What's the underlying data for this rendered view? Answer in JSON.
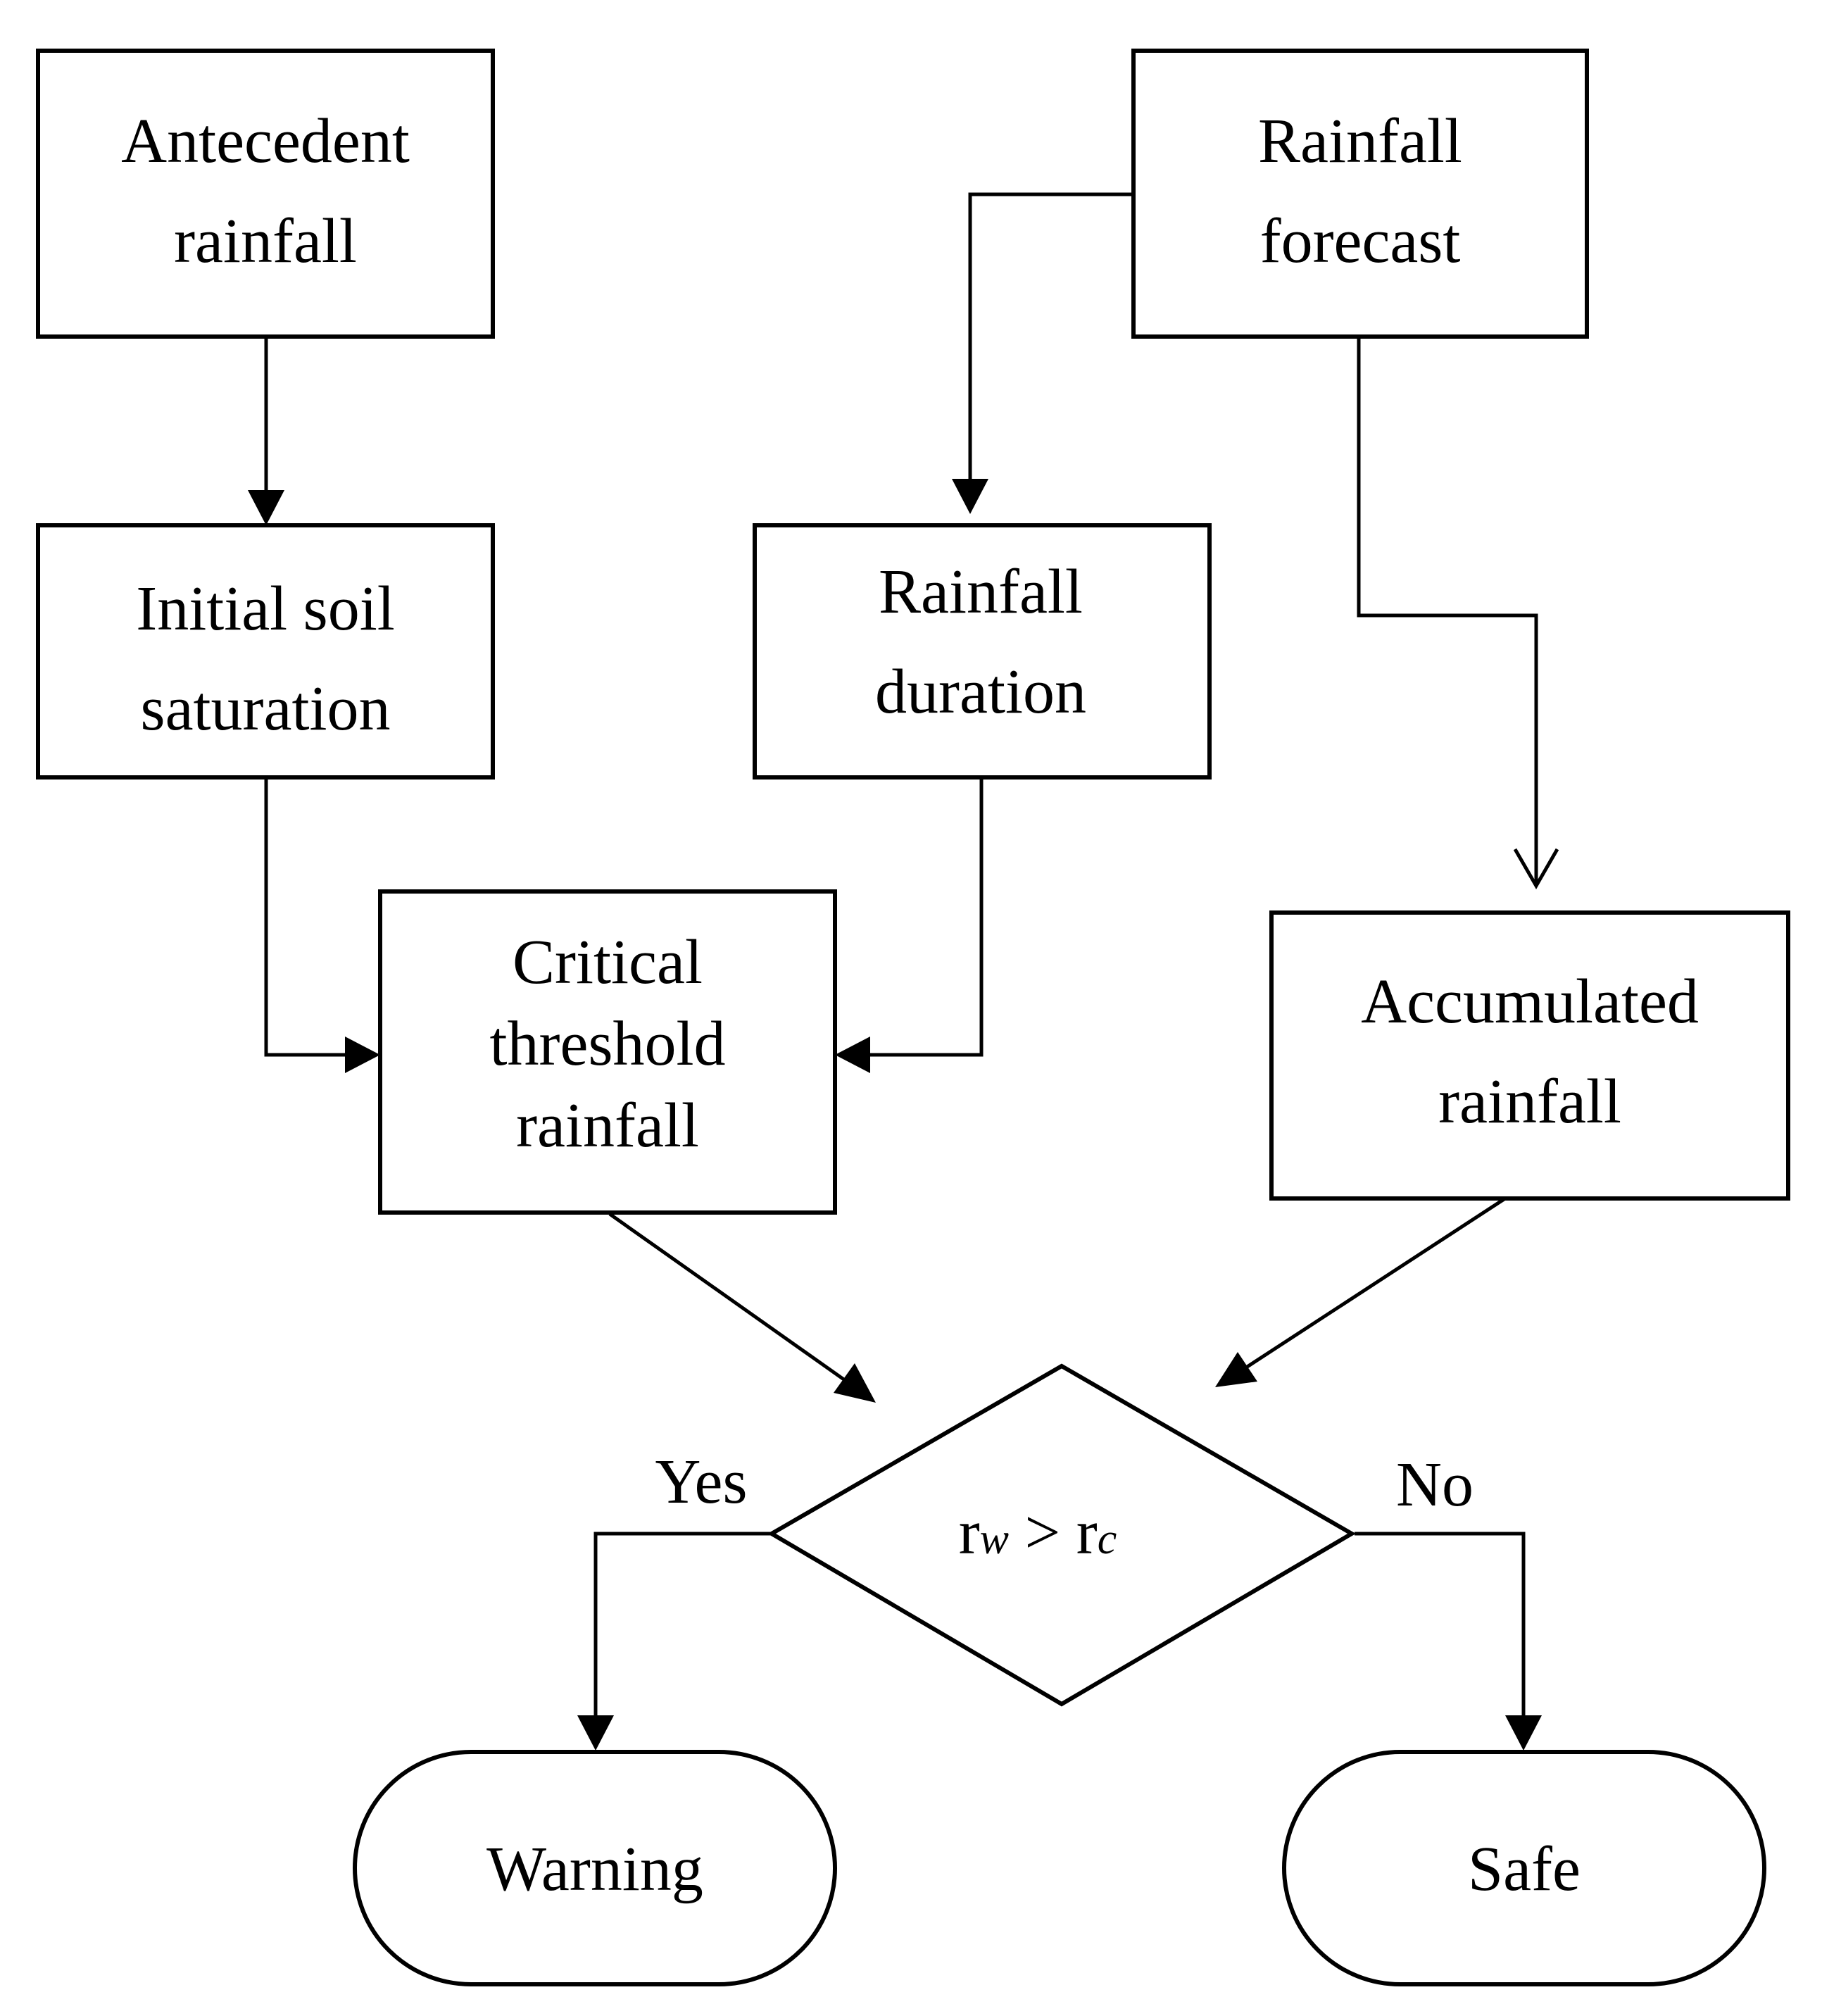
{
  "nodes": {
    "antecedent_rainfall": {
      "lines": [
        "Antecedent",
        "rainfall"
      ]
    },
    "rainfall_forecast": {
      "lines": [
        "Rainfall",
        "forecast"
      ]
    },
    "initial_soil_saturation": {
      "lines": [
        "Initial soil",
        "saturation"
      ]
    },
    "rainfall_duration": {
      "lines": [
        "Rainfall",
        "duration"
      ]
    },
    "critical_threshold_rainfall": {
      "lines": [
        "Critical",
        "threshold",
        "rainfall"
      ]
    },
    "accumulated_rainfall": {
      "lines": [
        "Accumulated",
        "rainfall"
      ]
    },
    "decision": {
      "r": "r",
      "w": "w",
      "gt": " > ",
      "c": "c"
    },
    "warning": {
      "label": "Warning"
    },
    "safe": {
      "label": "Safe"
    }
  },
  "edges": {
    "yes_label": "Yes",
    "no_label": "No"
  }
}
